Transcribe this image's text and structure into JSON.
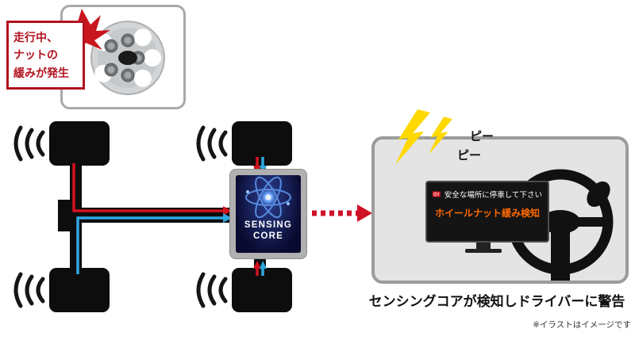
{
  "callout": {
    "lines": [
      "走行中、",
      "ナットの",
      "緩みが発生"
    ]
  },
  "sensing_core": {
    "label_line1": "SENSING",
    "label_line2": "CORE"
  },
  "alarm": {
    "beep1": "ピー",
    "beep2": "ピー"
  },
  "display": {
    "warning_line1": "安全な場所に停車して下さい",
    "warning_line2": "ホイールナット緩み検知"
  },
  "caption": "センシングコアが検知しドライバーに警告",
  "footnote": "※イラストはイメージです",
  "colors": {
    "alert_red": "#c8161d",
    "signal_red": "#d3121f",
    "signal_blue": "#2fa8e1",
    "lightning_yellow": "#ffd800",
    "core_navy": "#0a0a30",
    "warning_orange": "#ff6a00"
  }
}
